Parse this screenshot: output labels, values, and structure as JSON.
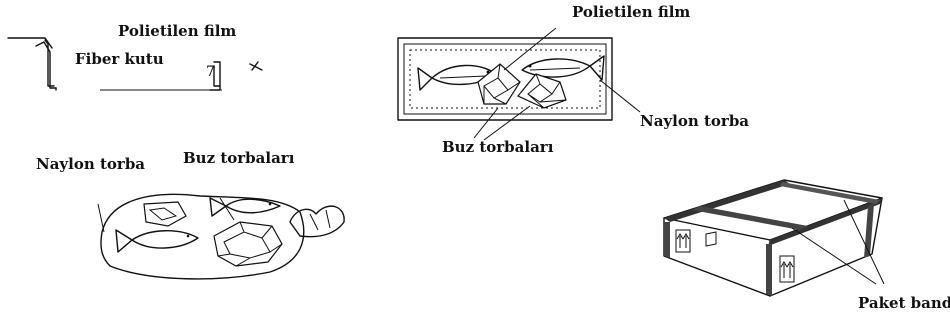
{
  "labels": {
    "panel1_film": "Polietilen film",
    "panel1_box": "Fiber kutu",
    "panel2_film": "Polietilen film",
    "panel2_bag": "Naylon torba",
    "panel2_ice": "Buz torbaları",
    "panel3_bag": "Naylon torba",
    "panel3_ice": "Buz torbaları",
    "panel4_tape": "Paket bandı"
  },
  "icons": [
    "fiber-box-icon",
    "fish-icon",
    "ice-bag-icon",
    "nylon-bag-icon",
    "carton-box-icon",
    "up-arrows-icon"
  ]
}
